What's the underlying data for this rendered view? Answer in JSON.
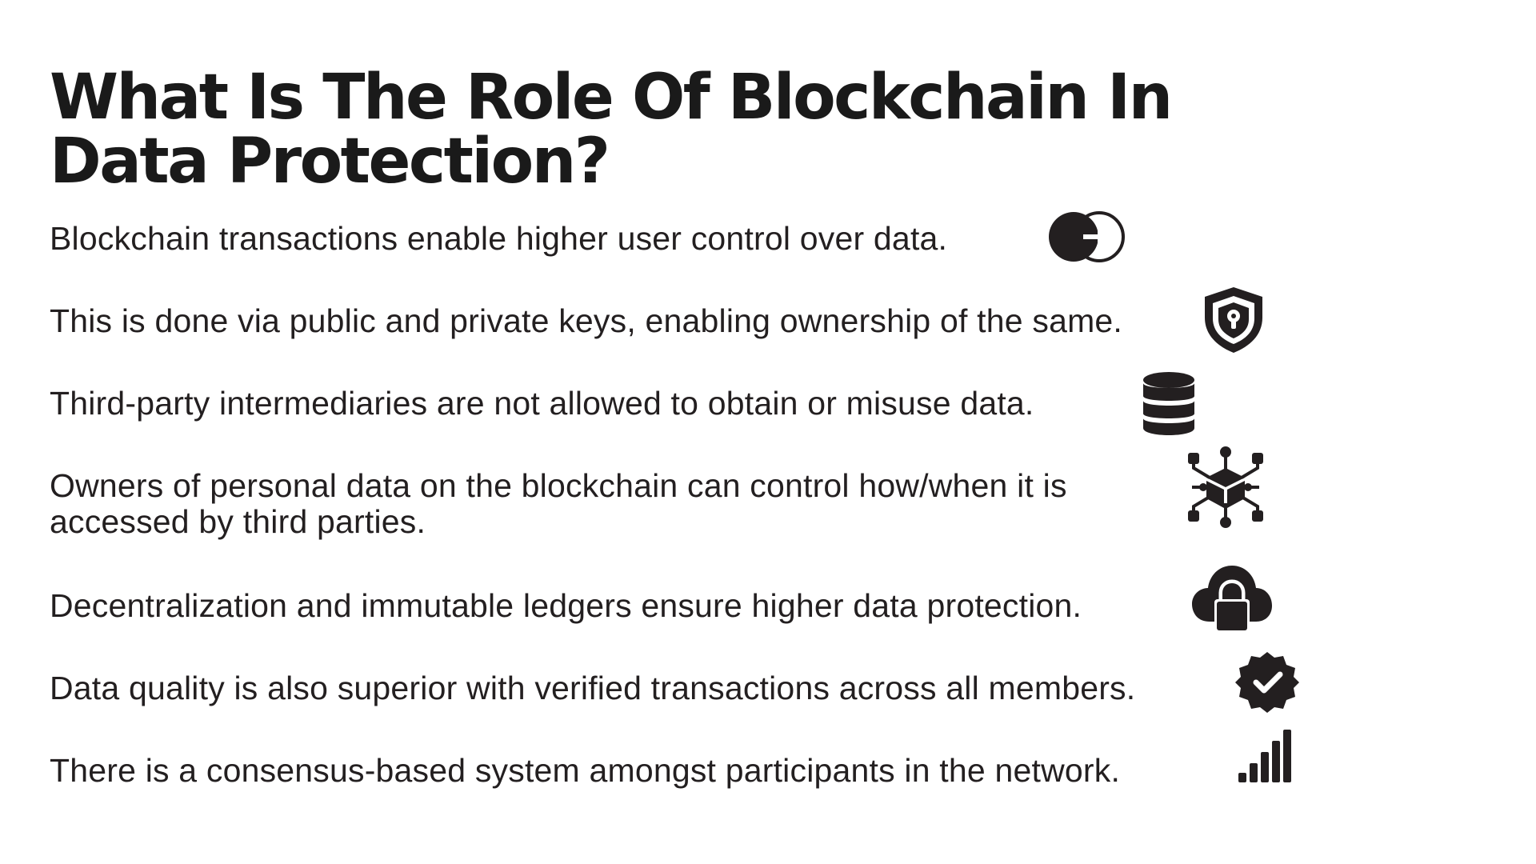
{
  "slide": {
    "title": "What Is The Role Of Blockchain In Data Protection?",
    "items": [
      {
        "text": "Blockchain transactions enable higher user control over data.",
        "icon": "login-arrow-icon"
      },
      {
        "text": "This is done via public and private keys, enabling ownership of the same.",
        "icon": "shield-keyhole-icon"
      },
      {
        "text": "Third-party intermediaries are not allowed to obtain or misuse data.",
        "icon": "database-icon"
      },
      {
        "text": "Owners of personal data on the blockchain can control how/when it is accessed by third parties.",
        "icon": "blockchain-network-icon"
      },
      {
        "text": "Decentralization and immutable ledgers ensure higher data protection.",
        "icon": "cloud-lock-icon"
      },
      {
        "text": "Data quality is also superior with verified transactions across all members.",
        "icon": "verified-badge-icon"
      },
      {
        "text": "There is a consensus-based system amongst participants in the network.",
        "icon": "signal-bars-icon"
      }
    ],
    "colors": {
      "text": "#231f20",
      "icon": "#231f20",
      "background": "#ffffff"
    }
  }
}
